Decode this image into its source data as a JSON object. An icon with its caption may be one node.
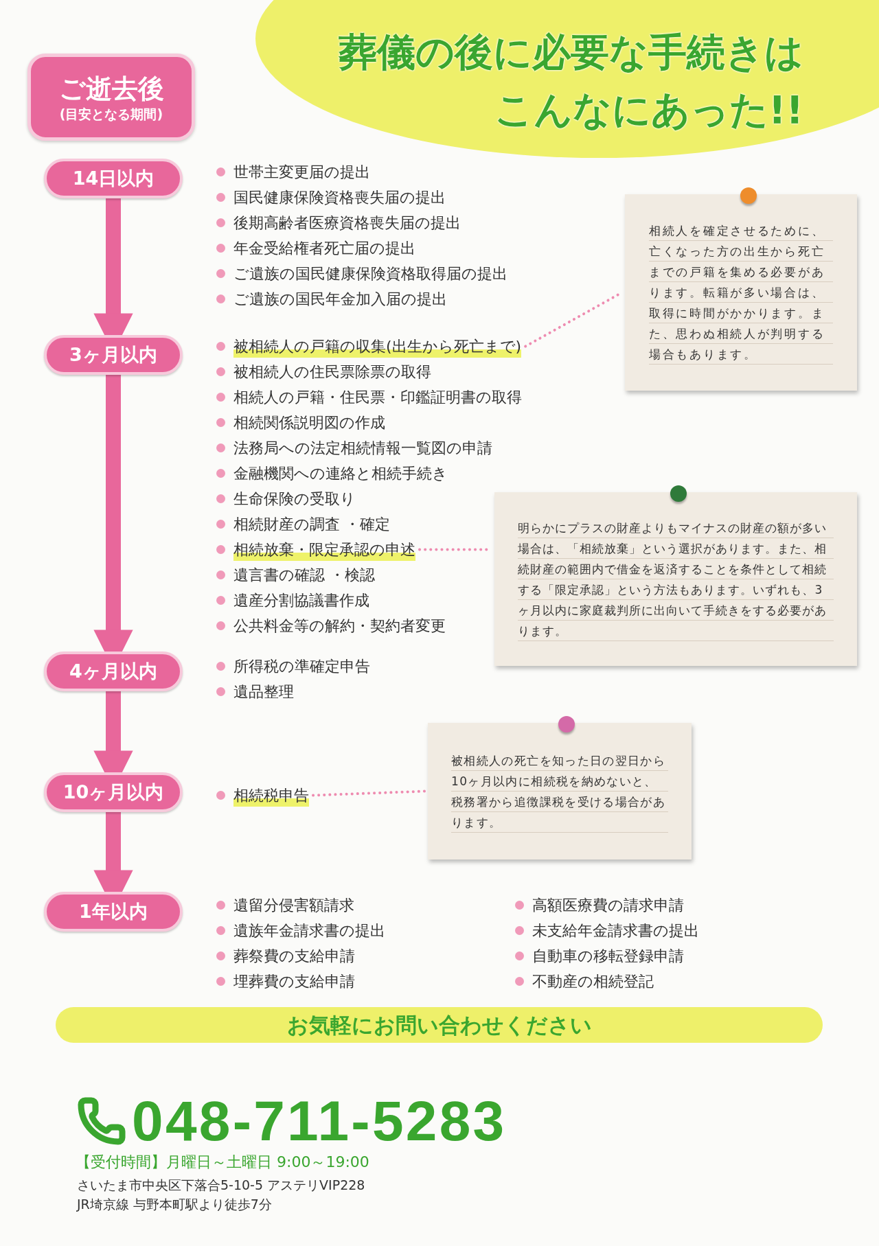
{
  "diagram": {
    "title": "葬儀の後に必要な手続きはこんなにあった!!",
    "nodes": [
      {
        "text": [
          "ご逝去後",
          "(目安となる期間)"
        ]
      },
      {
        "text": [
          "14日以内"
        ]
      },
      {
        "text": [
          "3ヶ月以内"
        ]
      },
      {
        "text": [
          "4ヶ月以内"
        ]
      },
      {
        "text": [
          "10ヶ月以内"
        ]
      },
      {
        "text": [
          "1年以内"
        ]
      },
      {
        "text": [
          "被相続人の戸籍の収集(出生から死亡まで)"
        ]
      },
      {
        "text": [
          "相続人を確定させるために、亡くなった方の出生から死亡までの戸籍を集める必要があります。転籍が多い場合は、取得に時間がかかります。また、思わぬ相続人が判明する場合もあります。"
        ]
      },
      {
        "text": [
          "相続放棄・限定承認の申述"
        ]
      },
      {
        "text": [
          "明らかにプラスの財産よりもマイナスの財産の額が多い場合は、「相続放棄」という選択があります。また、相続財産の範囲内で借金を返済することを条件として相続する「限定承認」という方法もあります。いずれも、3ヶ月以内に家庭裁判所に出向いて手続きをする必要があります。"
        ]
      },
      {
        "text": [
          "相続税申告"
        ]
      },
      {
        "text": [
          "被相続人の死亡を知った日の翌日から10ヶ月以内に相続税を納めないと、税務署から追徴課税を受ける場合があります。"
        ]
      },
      {
        "text": [
          "お気軽にお問い合わせください"
        ]
      }
    ],
    "edges": [
      {
        "from": 1,
        "to": 2,
        "arrow": "to"
      },
      {
        "from": 2,
        "to": 3,
        "arrow": "to"
      },
      {
        "from": 3,
        "to": 4,
        "arrow": "to"
      },
      {
        "from": 4,
        "to": 5,
        "arrow": "to"
      },
      {
        "from": 6,
        "to": 7,
        "arrow": "none",
        "style": "dashed"
      },
      {
        "from": 8,
        "to": 9,
        "arrow": "none",
        "style": "dashed"
      },
      {
        "from": 10,
        "to": 11,
        "arrow": "none",
        "style": "dashed"
      }
    ],
    "labels": [
      "世帯主変更届の提出",
      "国民健康保険資格喪失届の提出",
      "後期高齢者医療資格喪失届の提出",
      "年金受給権者死亡届の提出",
      "ご遺族の国民健康保険資格取得届の提出",
      "ご遺族の国民年金加入届の提出",
      "被相続人の住民票除票の取得",
      "相続人の戸籍・住民票・印鑑証明書の取得",
      "相続関係説明図の作成",
      "法務局への法定相続情報一覧図の申請",
      "金融機関への連絡と相続手続き",
      "生命保険の受取り",
      "相続財産の調査 ・確定",
      "遺言書の確認 ・検認",
      "遺産分割協議書作成",
      "公共料金等の解約・契約者変更",
      "所得税の準確定申告",
      "遺品整理",
      "遺留分侵害額請求",
      "遺族年金請求書の提出",
      "葬祭費の支給申請",
      "埋葬費の支給申請",
      "高額医療費の請求申請",
      "未支給年金請求書の提出",
      "自動車の移転登録申請",
      "不動産の相続登記",
      "048-711-5283",
      "【受付時間】月曜日～土曜日 9:00～19:00",
      "さいたま市中央区下落合5-10-5 アステリVIP228",
      "JR埼京線 与野本町駅より徒歩7分"
    ]
  }
}
